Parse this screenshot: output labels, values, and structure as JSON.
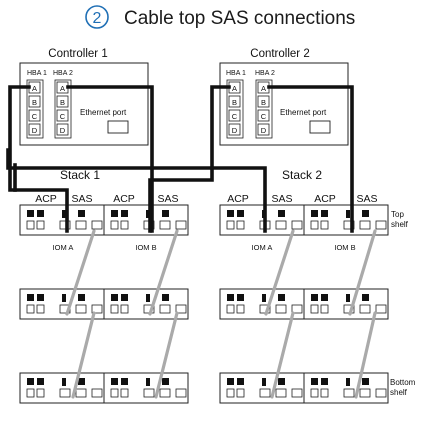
{
  "step": {
    "number": "2",
    "title": "Cable top SAS connections"
  },
  "controllers": [
    {
      "label": "Controller 1",
      "hba1": "HBA 1",
      "hba2": "HBA 2",
      "ports": [
        "A",
        "B",
        "C",
        "D"
      ],
      "ethernet": "Ethernet port"
    },
    {
      "label": "Controller 2",
      "hba1": "HBA 1",
      "hba2": "HBA 2",
      "ports": [
        "A",
        "B",
        "C",
        "D"
      ],
      "ethernet": "Ethernet port"
    }
  ],
  "stacks": [
    {
      "label": "Stack 1",
      "headers": [
        "ACP",
        "SAS",
        "ACP",
        "SAS"
      ],
      "iom_a": "IOM A",
      "iom_b": "IOM B"
    },
    {
      "label": "Stack 2",
      "headers": [
        "ACP",
        "SAS",
        "ACP",
        "SAS"
      ],
      "iom_a": "IOM A",
      "iom_b": "IOM B"
    }
  ],
  "shelf_labels": {
    "top": [
      "Top",
      "shelf"
    ],
    "bottom": [
      "Bottom",
      "shelf"
    ]
  },
  "colors": {
    "step_circle": "#1f6fb5",
    "cable_sas": "#111111",
    "cable_shelf": "#aaaaaa",
    "outline": "#222222"
  }
}
